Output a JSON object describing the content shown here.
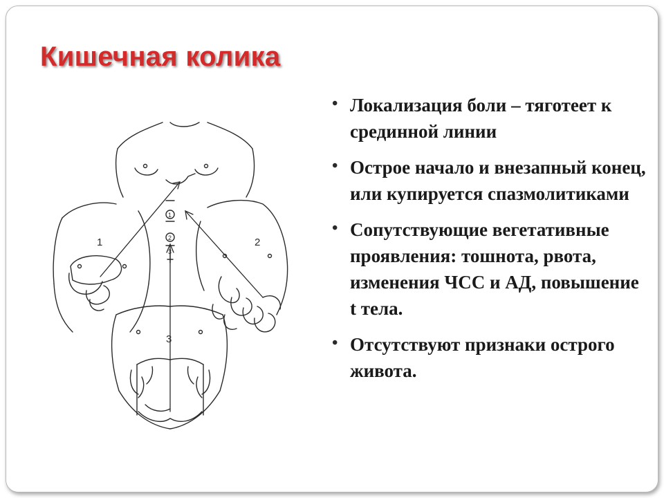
{
  "slide": {
    "title": "Кишечная колика",
    "bullet_glyph": "•",
    "bullets": [
      "Локализация боли – тяготеет к срединной линии",
      "Острое начало и внезапный конец, или купируется спазмолитиками",
      "Сопутствующие вегетативные проявления: тошнота, рвота, изменения ЧСС и АД, повышение t тела.",
      "Отсутствуют признаки острого живота."
    ]
  },
  "figure": {
    "labels": [
      "1",
      "2",
      "3"
    ],
    "zone_numbers": [
      "1",
      "2",
      "3"
    ]
  },
  "colors": {
    "title": "#d42a2a",
    "text": "#1a1a1a",
    "line_art": "#2a2a2a"
  }
}
